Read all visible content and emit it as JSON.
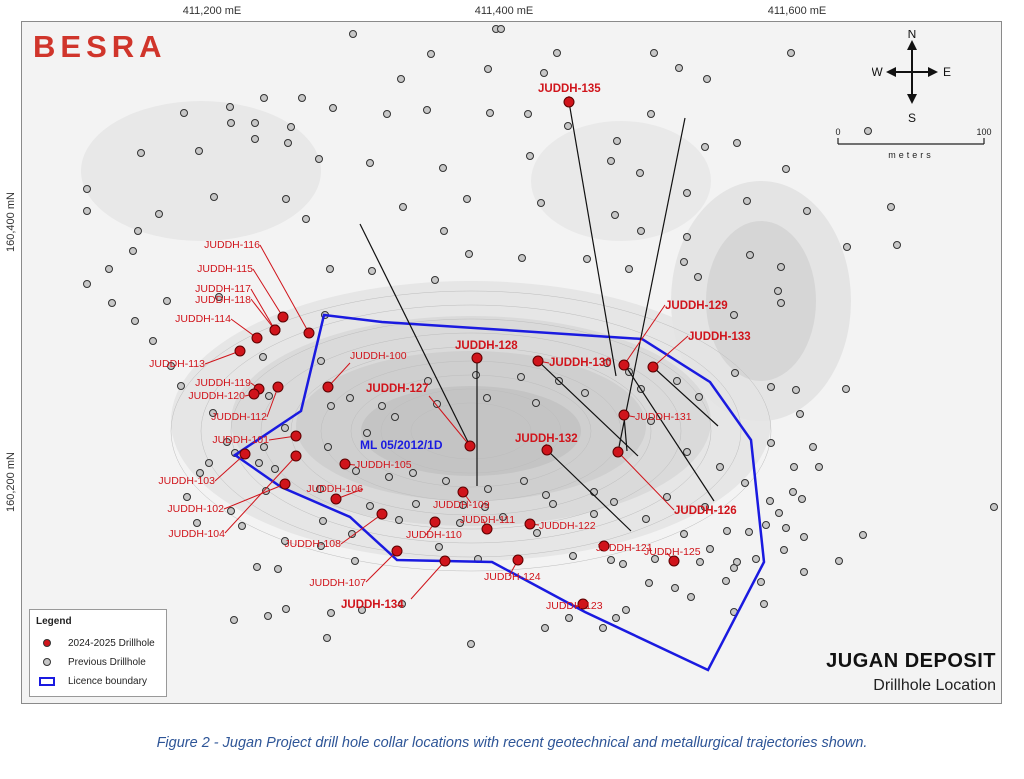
{
  "logo": {
    "text": "BESRA"
  },
  "coords": {
    "x": [
      "411,200 mE",
      "411,400 mE",
      "411,600 mE"
    ],
    "y": [
      "160,400 mN",
      "160,200 mN"
    ]
  },
  "north_arrow": {
    "n": "N",
    "s": "S",
    "e": "E",
    "w": "W"
  },
  "scale": {
    "start": "0",
    "end": "100",
    "unit": "meters"
  },
  "licence_label": "ML 05/2012/1D",
  "legend": {
    "title": "Legend",
    "items": [
      "2024-2025 Drillhole",
      "Previous Drillhole",
      "Licence boundary"
    ]
  },
  "deposit": {
    "title": "JUGAN DEPOSIT",
    "subtitle": "Drillhole Location"
  },
  "caption": "Figure 2 - Jugan Project drill hole collar locations with recent geotechnical and metallurgical trajectories shown.",
  "colors": {
    "new_drillhole": "#d0141b",
    "old_drillhole": "#c7c7c7",
    "boundary": "#1a1ae0",
    "label": "#d0141b",
    "brand": "#d0352b"
  },
  "drillholes": [
    {
      "name": "JUDDH-100",
      "bold": false
    },
    {
      "name": "JUDDH-101",
      "bold": false
    },
    {
      "name": "JUDDH-102",
      "bold": false
    },
    {
      "name": "JUDDH-103",
      "bold": false
    },
    {
      "name": "JUDDH-104",
      "bold": false
    },
    {
      "name": "JUDDH-105",
      "bold": false
    },
    {
      "name": "JUDDH-106",
      "bold": false
    },
    {
      "name": "JUDDH-107",
      "bold": false
    },
    {
      "name": "JUDDH-108",
      "bold": false
    },
    {
      "name": "JUDDH-109",
      "bold": false
    },
    {
      "name": "JUDDH-110",
      "bold": false
    },
    {
      "name": "JUDDH-111",
      "bold": false
    },
    {
      "name": "JUDDH-112",
      "bold": false
    },
    {
      "name": "JUDDH-113",
      "bold": false
    },
    {
      "name": "JUDDH-114",
      "bold": false
    },
    {
      "name": "JUDDH-115",
      "bold": false
    },
    {
      "name": "JUDDH-116",
      "bold": false
    },
    {
      "name": "JUDDH-117",
      "bold": false
    },
    {
      "name": "JUDDH-118",
      "bold": false
    },
    {
      "name": "JUDDH-119",
      "bold": false
    },
    {
      "name": "JUDDH-120",
      "bold": false
    },
    {
      "name": "JUDDH-121",
      "bold": false
    },
    {
      "name": "JUDDH-122",
      "bold": false
    },
    {
      "name": "JUDDH-123",
      "bold": false
    },
    {
      "name": "JUDDH-124",
      "bold": false
    },
    {
      "name": "JUDDH-125",
      "bold": false
    },
    {
      "name": "JUDDH-126",
      "bold": true
    },
    {
      "name": "JUDDH-127",
      "bold": true
    },
    {
      "name": "JUDDH-128",
      "bold": true
    },
    {
      "name": "JUDDH-129",
      "bold": true
    },
    {
      "name": "JUDDH-130",
      "bold": true
    },
    {
      "name": "JUDDH-131",
      "bold": false
    },
    {
      "name": "JUDDH-132",
      "bold": true
    },
    {
      "name": "JUDDH-133",
      "bold": true
    },
    {
      "name": "JUDDH-134",
      "bold": true
    },
    {
      "name": "JUDDH-135",
      "bold": true
    }
  ]
}
